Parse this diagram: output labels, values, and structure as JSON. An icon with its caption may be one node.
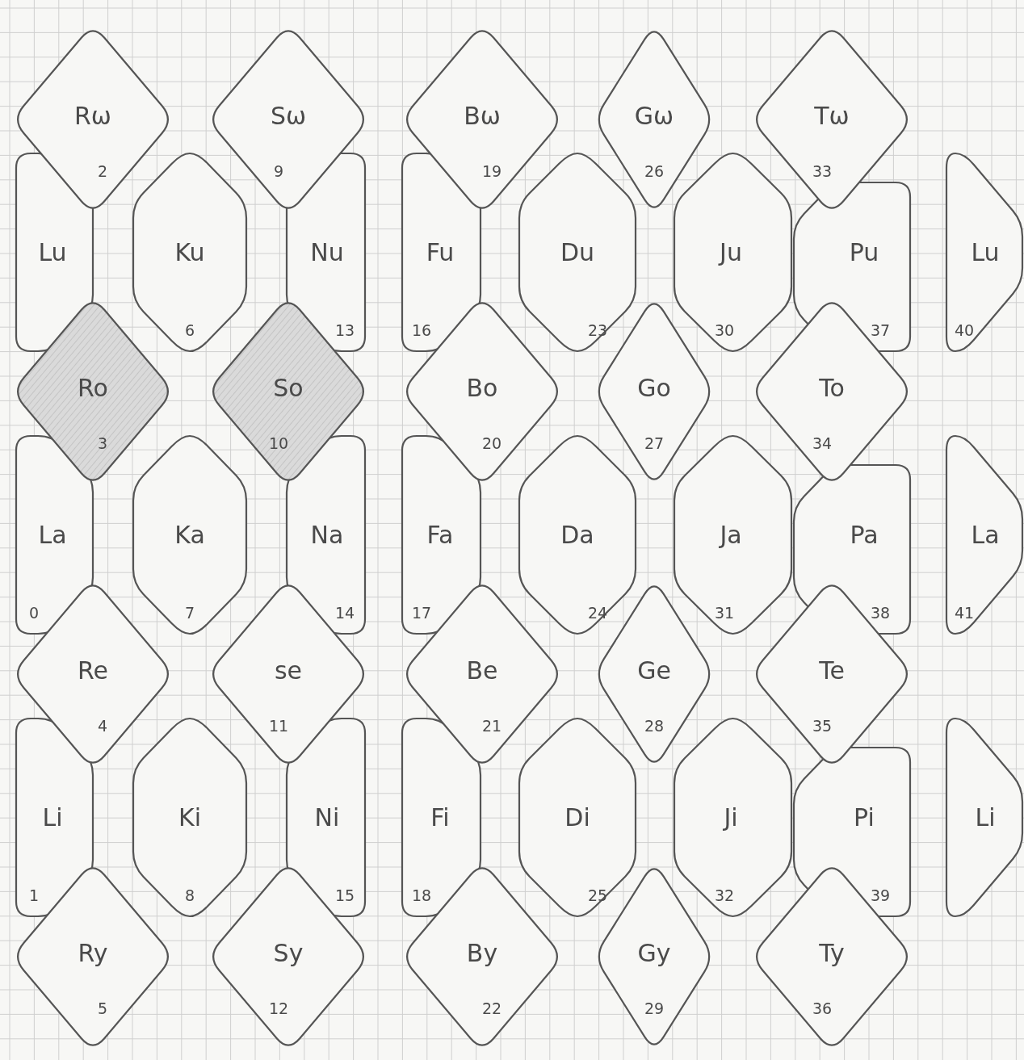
{
  "diagram": {
    "nodes": [
      {
        "text": [
          "Rω",
          "2"
        ]
      },
      {
        "text": [
          "Sω",
          "9"
        ]
      },
      {
        "text": [
          "Bω",
          "19"
        ]
      },
      {
        "text": [
          "Gω",
          "26"
        ]
      },
      {
        "text": [
          "Tω",
          "33"
        ]
      },
      {
        "text": [
          "Lu"
        ]
      },
      {
        "text": [
          "Ku",
          "6"
        ]
      },
      {
        "text": [
          "Nu",
          "13"
        ]
      },
      {
        "text": [
          "Fu",
          "16"
        ]
      },
      {
        "text": [
          "Du",
          "23"
        ]
      },
      {
        "text": [
          "Ju",
          "30"
        ]
      },
      {
        "text": [
          "Pu",
          "37"
        ]
      },
      {
        "text": [
          "Lu",
          "40"
        ]
      },
      {
        "text": [
          "Ro",
          "3"
        ]
      },
      {
        "text": [
          "So",
          "10"
        ]
      },
      {
        "text": [
          "Bo",
          "20"
        ]
      },
      {
        "text": [
          "Go",
          "27"
        ]
      },
      {
        "text": [
          "To",
          "34"
        ]
      },
      {
        "text": [
          "La",
          "0"
        ]
      },
      {
        "text": [
          "Ka",
          "7"
        ]
      },
      {
        "text": [
          "Na",
          "14"
        ]
      },
      {
        "text": [
          "Fa",
          "17"
        ]
      },
      {
        "text": [
          "Da",
          "24"
        ]
      },
      {
        "text": [
          "Ja",
          "31"
        ]
      },
      {
        "text": [
          "Pa",
          "38"
        ]
      },
      {
        "text": [
          "La",
          "41"
        ]
      },
      {
        "text": [
          "Re",
          "4"
        ]
      },
      {
        "text": [
          "se",
          "11"
        ]
      },
      {
        "text": [
          "Be",
          "21"
        ]
      },
      {
        "text": [
          "Ge",
          "28"
        ]
      },
      {
        "text": [
          "Te",
          "35"
        ]
      },
      {
        "text": [
          "Li",
          "1"
        ]
      },
      {
        "text": [
          "Ki",
          "8"
        ]
      },
      {
        "text": [
          "Ni",
          "15"
        ]
      },
      {
        "text": [
          "Fi",
          "18"
        ]
      },
      {
        "text": [
          "Di",
          "25"
        ]
      },
      {
        "text": [
          "Ji",
          "32"
        ]
      },
      {
        "text": [
          "Pi",
          "39"
        ]
      },
      {
        "text": [
          "Li"
        ]
      },
      {
        "text": [
          "Ry",
          "5"
        ]
      },
      {
        "text": [
          "Sy",
          "12"
        ]
      },
      {
        "text": [
          "By",
          "22"
        ]
      },
      {
        "text": [
          "Gy",
          "29"
        ]
      },
      {
        "text": [
          "Ty",
          "36"
        ]
      }
    ]
  }
}
